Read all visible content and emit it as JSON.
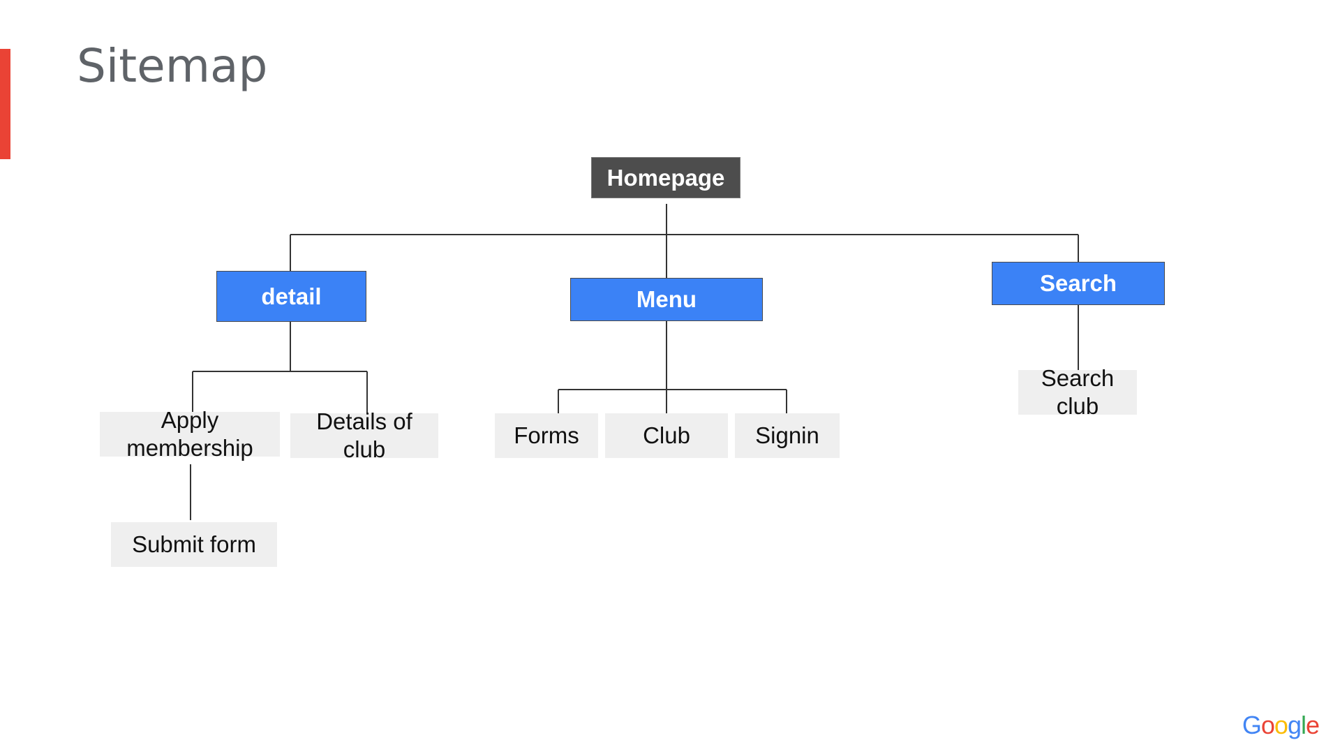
{
  "slide": {
    "title": "Sitemap",
    "accent_color": "#ea4335"
  },
  "sitemap": {
    "root": "Homepage",
    "sections": {
      "detail": {
        "label": "detail",
        "children": {
          "apply_membership": {
            "line1": "Apply",
            "line2": "membership"
          },
          "details_of_club": {
            "line1": "Details of",
            "line2": "club"
          },
          "submit_form": "Submit form"
        }
      },
      "menu": {
        "label": "Menu",
        "children": {
          "forms": "Forms",
          "club": "Club",
          "signin": "Signin"
        }
      },
      "search": {
        "label": "Search",
        "children": {
          "search_club": {
            "line1": "Search",
            "line2": "club"
          }
        }
      }
    },
    "colors": {
      "root_fill": "#4d4d4d",
      "section_fill": "#3b82f6",
      "leaf_fill": "#efefef",
      "connector": "#333333"
    }
  },
  "branding": {
    "logo_letters": [
      "G",
      "o",
      "o",
      "g",
      "l",
      "e"
    ]
  }
}
